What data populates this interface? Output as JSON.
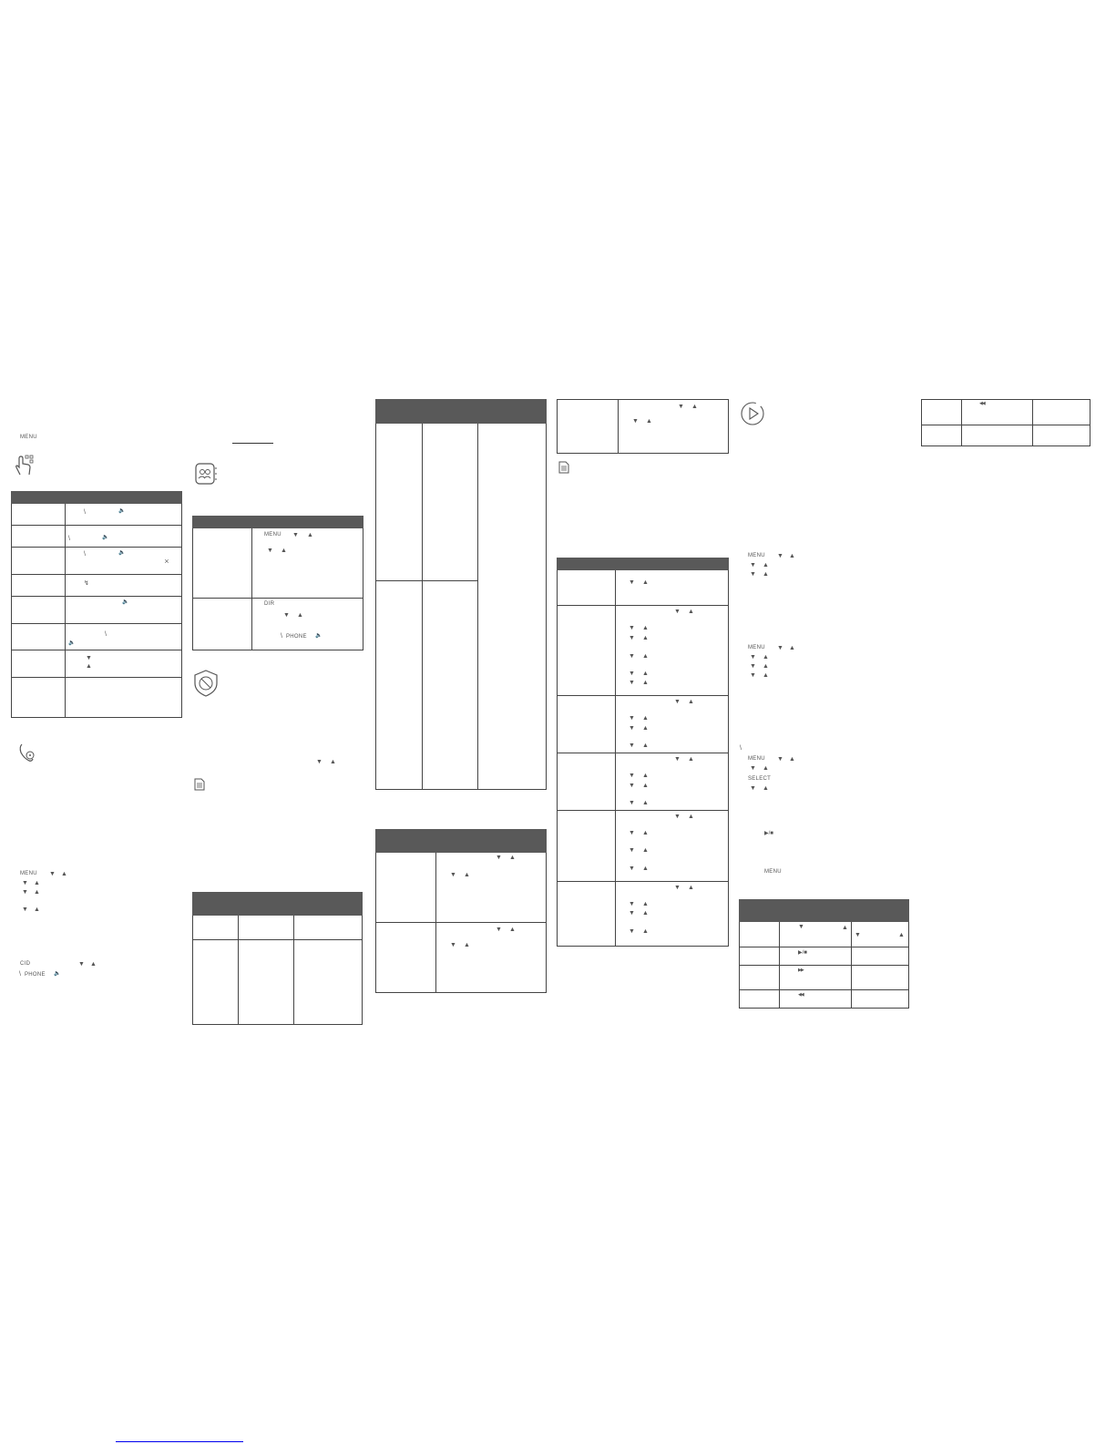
{
  "labels": {
    "menu": "MENU",
    "dir": "DIR",
    "cid": "CID",
    "phone": "PHONE",
    "select": "SELECT"
  },
  "glyphs": {
    "down": "▼",
    "up": "▲",
    "handset": "\\",
    "speaker": "🔈",
    "mute": "⨯",
    "flash": "↯",
    "play_stop": "▶/■",
    "forward": "▶▶",
    "rewind": "◀◀"
  },
  "icons": [
    "tap-menu-icon",
    "voicemail-handset-icon",
    "directory-icon",
    "call-block-icon",
    "note-icon",
    "play-icon"
  ],
  "colors": {
    "header": "#595959",
    "border": "#444444",
    "footer_line": "#0000ee"
  }
}
